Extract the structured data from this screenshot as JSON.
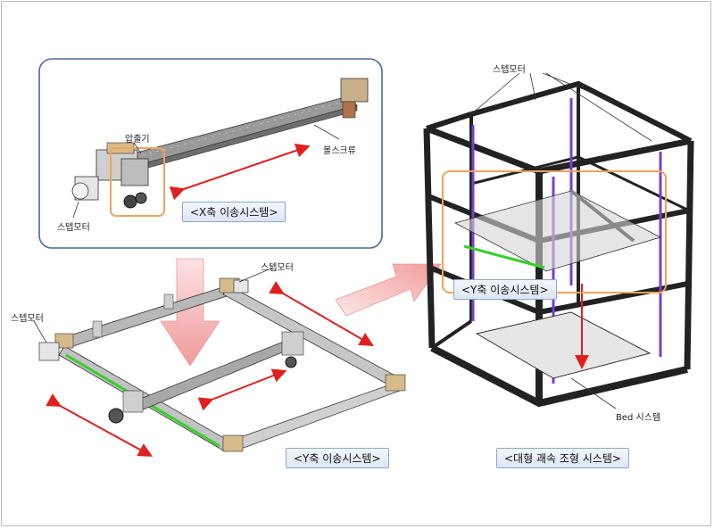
{
  "labels": {
    "compressor": "압출기",
    "ballscrew": "볼스크류",
    "stepmotor_x": "스텝모터",
    "stepmotor_y_top": "스텝모터",
    "stepmotor_y_left": "스텝모터",
    "stepmotor_frame": "스텝모터",
    "bed": "Bed 시스템"
  },
  "captions": {
    "x_system": "<X축 이송시스템>",
    "y_system_inset": "<Y축 이송시스템>",
    "y_system": "<Y축 이송시스템>",
    "large_system": "<대형 괘속 조형 시스템>"
  },
  "colors": {
    "inset_border": "#4a6a9c",
    "highlight": "#f0a35c",
    "motion_arrow": "#e0201e",
    "flow_arrow": "#f4a8a8",
    "rail": "#37d02a",
    "rod": "#7a3fd0"
  }
}
